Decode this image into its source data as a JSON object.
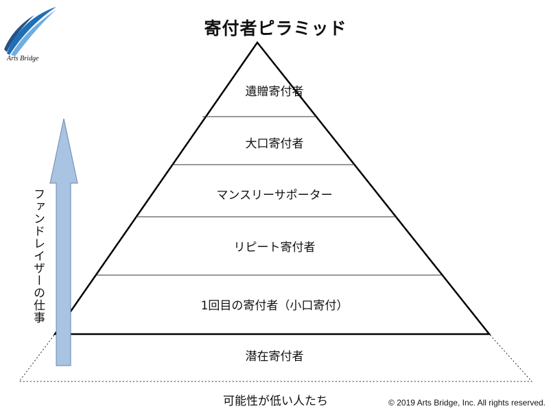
{
  "title": "寄付者ピラミッド",
  "logo_text": "Arts Bridge",
  "tiers": [
    "遺贈寄付者",
    "大口寄付者",
    "マンスリーサポーター",
    "リピート寄付者",
    "1回目の寄付者（小口寄付）"
  ],
  "base_tier": "潜在寄付者",
  "bottom_label": "可能性が低い人たち",
  "arrow_label": "ファンドレイザーの仕事",
  "copyright": "© 2019 Arts Bridge, Inc. All rights reserved.",
  "colors": {
    "arrow_fill": "#a9c3e3",
    "arrow_stroke": "#6f86a8",
    "logo_blue": "#1f6fb6"
  }
}
